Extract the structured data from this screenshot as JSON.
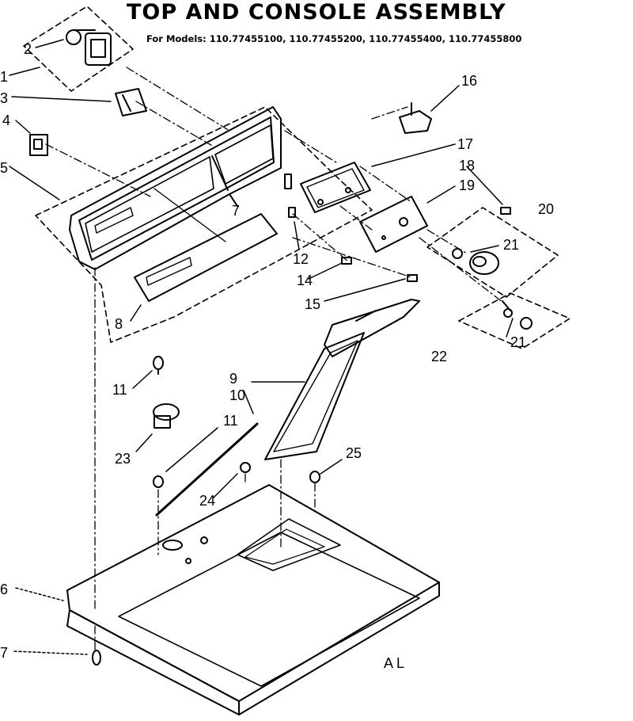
{
  "header": {
    "title": "TOP AND CONSOLE ASSEMBLY",
    "models": "For Models: 110.77455100, 110.77455200, 110.77455400, 110.77455800"
  },
  "callouts": {
    "c1": "1",
    "c2": "2",
    "c3": "3",
    "c4": "4",
    "c5": "5",
    "c6": "6",
    "c7a": "7",
    "c7b": "7",
    "c8": "8",
    "c9": "9",
    "c10": "10",
    "c11a": "11",
    "c11b": "11",
    "c12": "12",
    "c14": "14",
    "c15": "15",
    "c16": "16",
    "c17": "17",
    "c18": "18",
    "c19": "19",
    "c20": "20",
    "c21a": "21",
    "c21b": "21",
    "c22": "22",
    "c23": "23",
    "c24": "24",
    "c25": "25"
  },
  "footer": {
    "code": "A  L"
  }
}
